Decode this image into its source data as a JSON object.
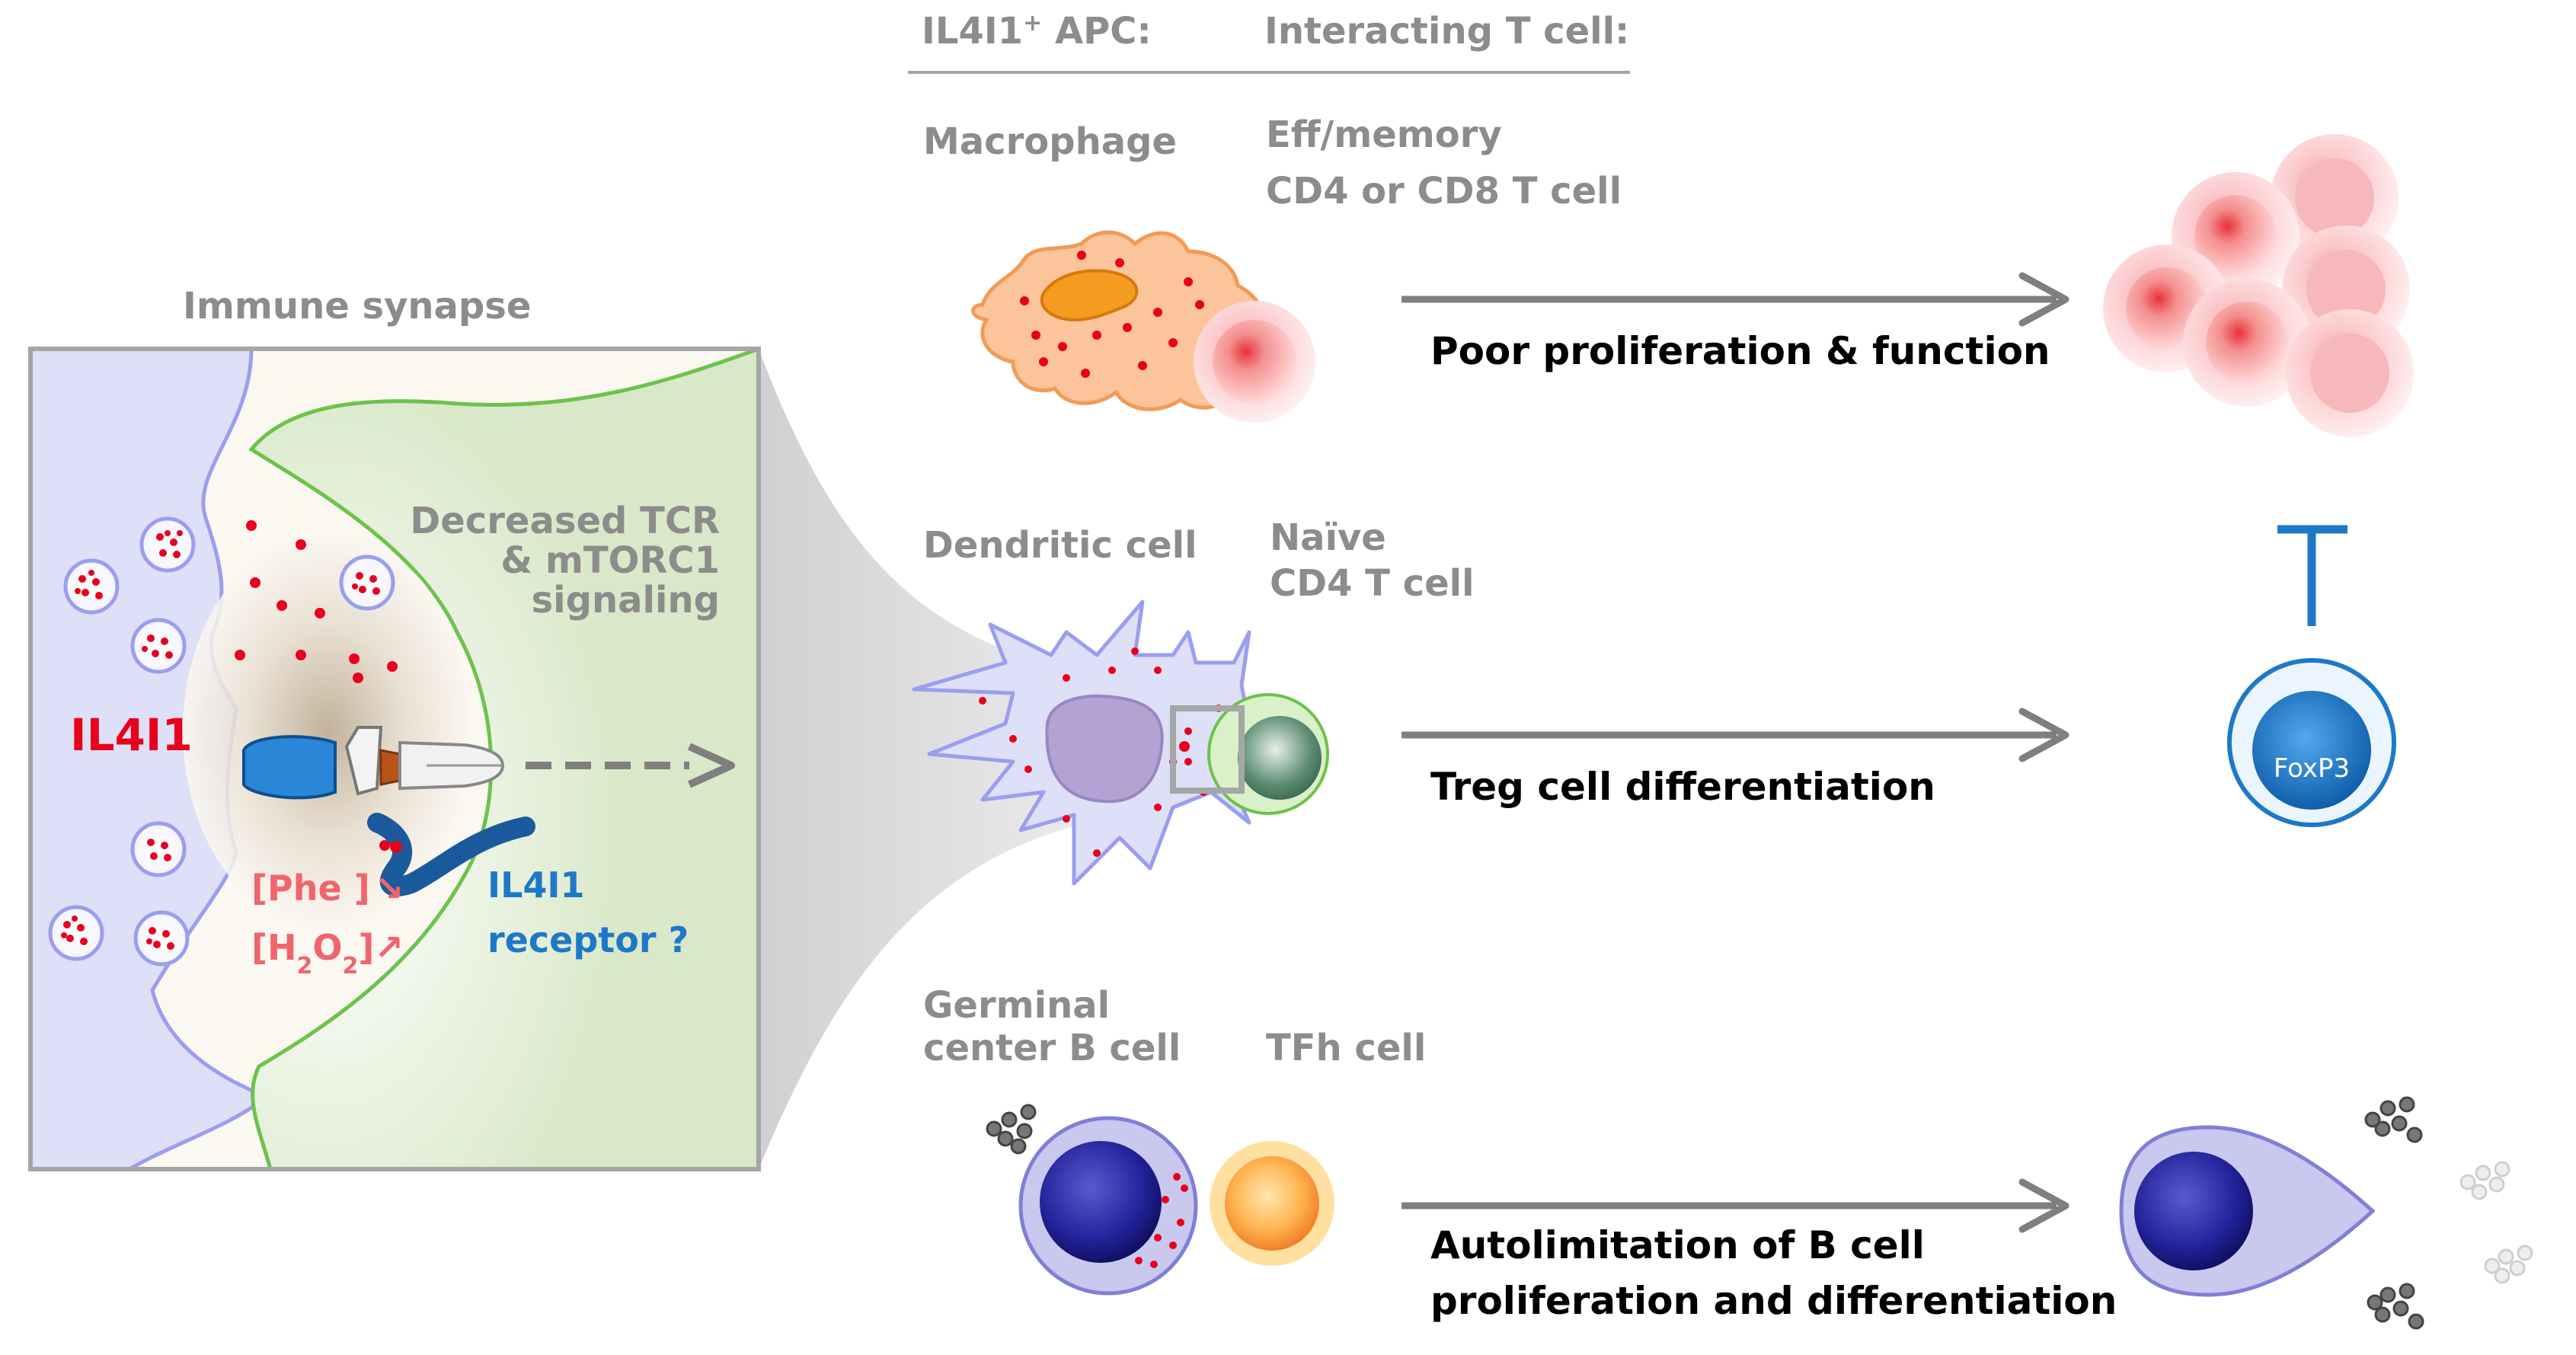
{
  "header": {
    "apc_label": "IL4I1",
    "apc_sup": "+",
    "apc_suffix": " APC:",
    "tcell_label": "Interacting T cell:"
  },
  "synapse": {
    "title": "Immune synapse",
    "il4i1": "IL4I1",
    "signal_line1": "Decreased TCR",
    "signal_line2": "& mTORC1",
    "signal_line3": "signaling",
    "phe_label": "[Phe ]",
    "phe_arrow": "↘",
    "h2o2_open": "[H",
    "h2o2_sub1": "2",
    "h2o2_mid": "O",
    "h2o2_sub2": "2",
    "h2o2_close": "]",
    "h2o2_arrow": "↗",
    "receptor_line1": "IL4I1",
    "receptor_line2": "receptor ?"
  },
  "rows": [
    {
      "apc": [
        "Macrophage"
      ],
      "tcell": [
        "Eff/memory",
        "CD4 or CD8  T cell"
      ],
      "outcome": [
        "Poor proliferation & function"
      ]
    },
    {
      "apc": [
        "Dendritic cell"
      ],
      "tcell": [
        "Naïve",
        "CD4 T cell"
      ],
      "outcome": [
        "Treg cell differentiation"
      ]
    },
    {
      "apc": [
        "Germinal",
        "center B cell"
      ],
      "tcell": [
        "TFh cell"
      ],
      "outcome": [
        "Autolimitation of  B cell",
        "proliferation and differentiation"
      ]
    }
  ],
  "treg": {
    "marker": "FoxP3"
  },
  "colors": {
    "apc_membrane": "#dde0f6",
    "apc_border": "#9a9ef0",
    "tcell_membrane": "#d9e8c8",
    "tcell_border": "#6cc34b",
    "red_dots": "#e8001c",
    "receptor_blue": "#1e78c8",
    "arrow_grey": "#7f7f7f",
    "inhibit_blue": "#1e78c8"
  }
}
